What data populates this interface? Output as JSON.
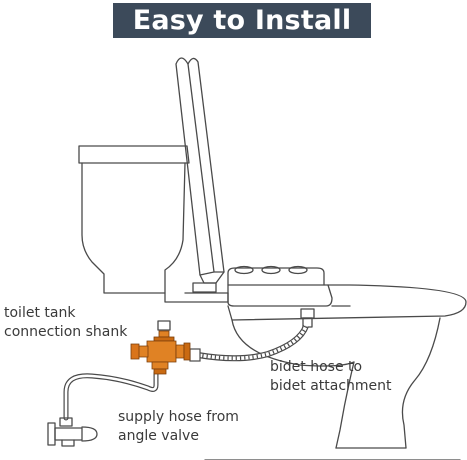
{
  "header": {
    "title": "Easy to Install"
  },
  "colors": {
    "banner_bg": "#3c4a5a",
    "valve_orange": "#e08224",
    "line": "#4a4a4a"
  },
  "labels": {
    "tank_shank": {
      "line1": "toilet tank",
      "line2": "connection shank"
    },
    "bidet_hose": {
      "line1": "bidet hose to",
      "line2": "bidet attachment"
    },
    "supply_hose": {
      "line1": "supply hose from",
      "line2": "angle valve"
    }
  },
  "icons": [
    "toilet-illustration",
    "t-valve-icon",
    "angle-valve-icon",
    "braided-hose"
  ]
}
